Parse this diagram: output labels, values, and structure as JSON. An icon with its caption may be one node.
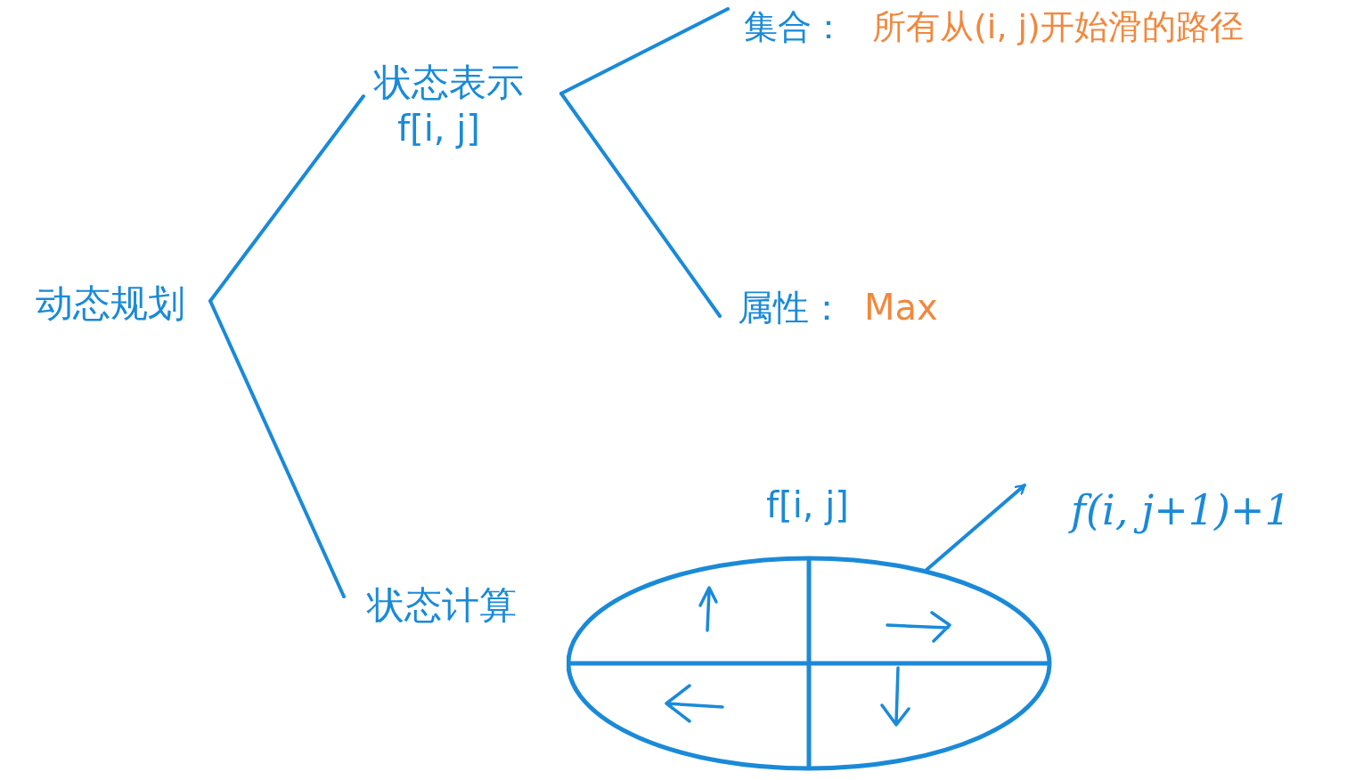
{
  "diagram": {
    "nodes": [
      {
        "text": [
          "动态规划"
        ]
      },
      {
        "text": [
          "状态表示",
          "f[i, j]"
        ]
      },
      {
        "text": [
          "状态计算"
        ]
      },
      {
        "text": [
          "集合：",
          "所有从(i, j)开始滑的路径"
        ]
      },
      {
        "text": [
          "属性：",
          "Max"
        ]
      },
      {
        "text": [
          "f[i, j]"
        ]
      },
      {
        "text": [
          "f(i, j+1)+1"
        ]
      }
    ],
    "edges": [
      {
        "from": 0,
        "to": 1,
        "arrow": "none"
      },
      {
        "from": 0,
        "to": 2,
        "arrow": "none"
      },
      {
        "from": 1,
        "to": 3,
        "arrow": "none"
      },
      {
        "from": 1,
        "to": 4,
        "arrow": "none"
      },
      {
        "from": 5,
        "to": 6,
        "arrow": "to"
      }
    ]
  }
}
